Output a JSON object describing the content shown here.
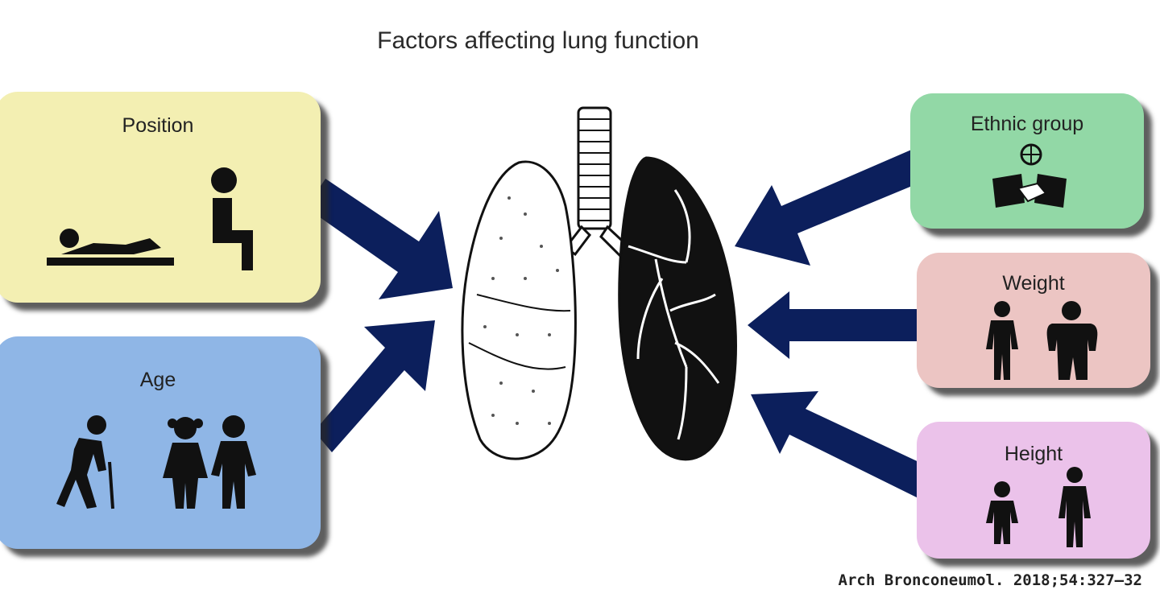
{
  "title": "Factors affecting lung function",
  "factors": {
    "position": "Position",
    "age": "Age",
    "ethnic": "Ethnic group",
    "weight": "Weight",
    "height": "Height"
  },
  "citation": "Arch Bronconeumol. 2018;54:327–32",
  "colors": {
    "arrow": "#0c1f5c",
    "position_box": "#f3efb2",
    "age_box": "#8fb6e6",
    "ethnic_box": "#92d8a6",
    "weight_box": "#ecc5c3",
    "height_box": "#ebc2ea"
  },
  "icons": [
    "lying-person-icon",
    "seated-person-icon",
    "elderly-with-cane-icon",
    "children-icon",
    "globe-handshake-icon",
    "slim-person-icon",
    "heavy-person-icon",
    "short-person-icon",
    "tall-person-icon",
    "lungs-illustration"
  ]
}
